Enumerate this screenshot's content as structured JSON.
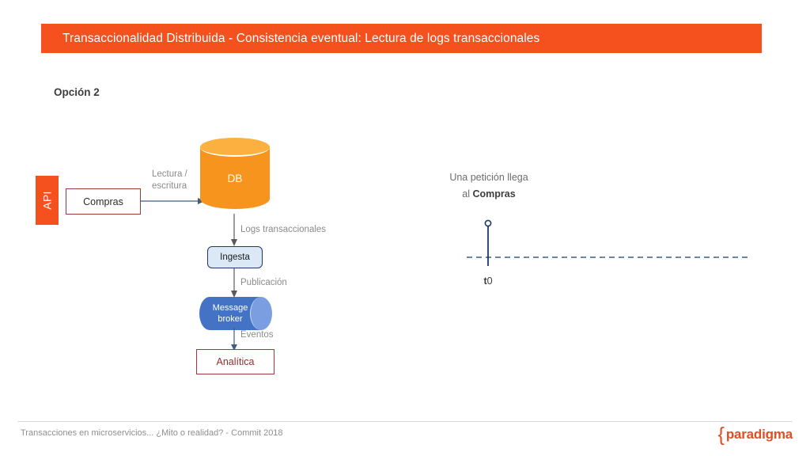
{
  "header": {
    "title": "Transaccionalidad Distribuida - Consistencia eventual: Lectura de logs transaccionales",
    "bar_color": "#f4511e"
  },
  "section": {
    "label": "Opción 2"
  },
  "diagram": {
    "api": {
      "label": "API",
      "color": "#f4511e"
    },
    "compras": {
      "label": "Compras",
      "border_color": "#9e3a36"
    },
    "edge_compras_db": {
      "label_line1": "Lectura /",
      "label_line2": "escritura"
    },
    "db": {
      "label": "DB",
      "body_color": "#f7941d",
      "top_color": "#fbb040"
    },
    "edge_db_ingesta": {
      "label": "Logs transaccionales"
    },
    "ingesta": {
      "label": "Ingesta",
      "fill_color": "#dbe8f6",
      "border_color": "#1f3864"
    },
    "edge_ingesta_broker": {
      "label": "Publicación"
    },
    "broker": {
      "label_line1": "Message",
      "label_line2": "broker",
      "color": "#4472c4"
    },
    "edge_broker_analitica": {
      "label": "Eventos"
    },
    "analitica": {
      "label": "Analítica",
      "border_color": "#9e3a36",
      "text_color": "#8f2f2b"
    }
  },
  "timeline": {
    "caption_line1": "Una petición llega",
    "caption_prefix": "al ",
    "caption_emphasis": "Compras",
    "tick_prefix": "t",
    "tick_suffix": "0",
    "axis_color": "#3f5d7d"
  },
  "footer": {
    "text": "Transacciones en microservicios... ¿Mito o realidad? - Commit 2018",
    "brand_brace": "{",
    "brand_name": "paradigma",
    "brand_color": "#e04e26"
  }
}
